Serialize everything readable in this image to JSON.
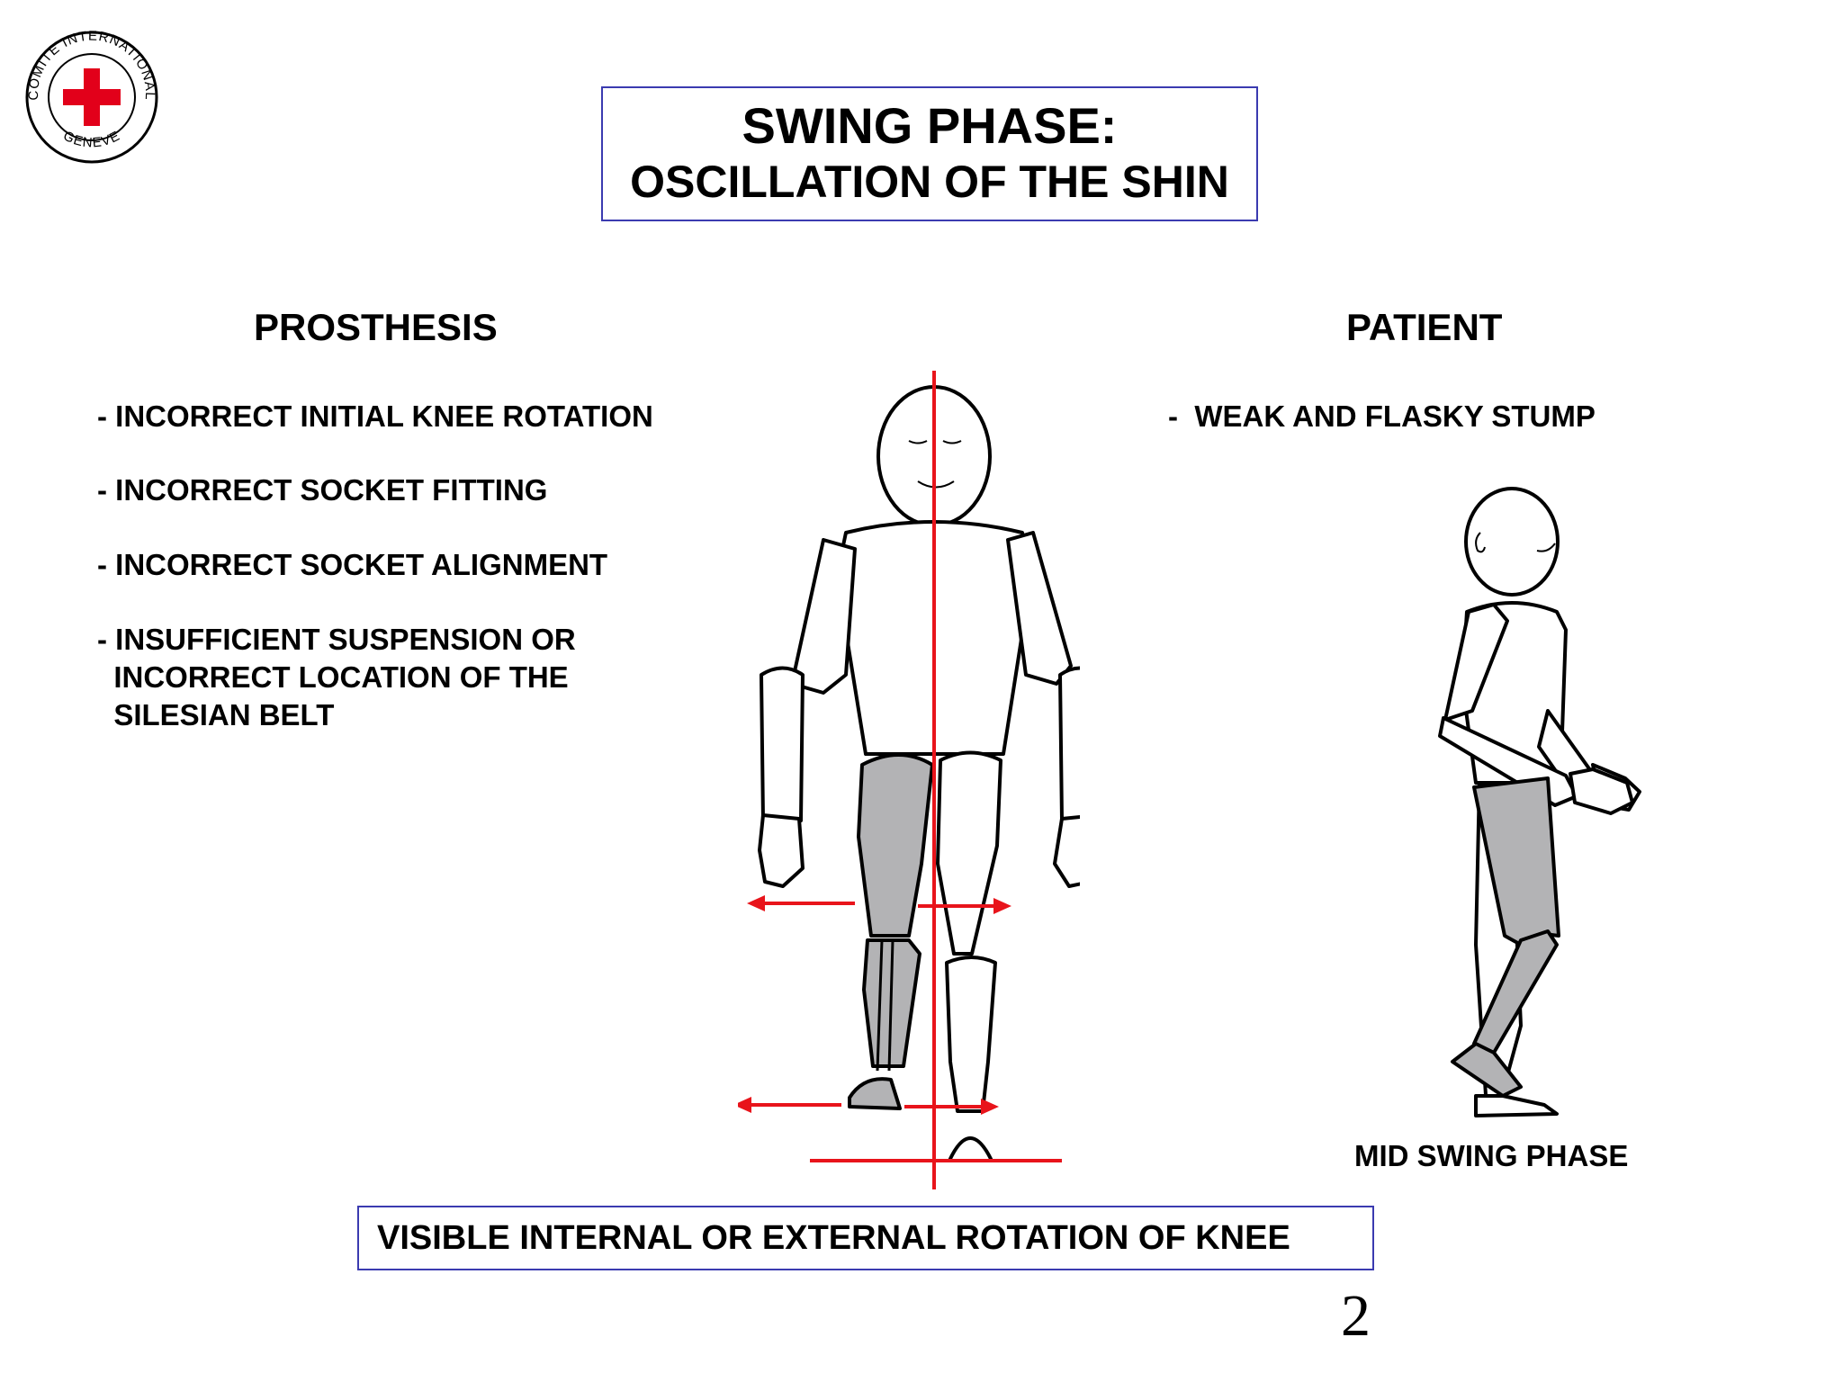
{
  "logo": {
    "text_top": "COMITE INTERNATIONAL",
    "text_bottom": "GENEVE",
    "icon": "red-cross-icon",
    "color": "#e2001a"
  },
  "title": {
    "line1": "SWING PHASE:",
    "line2": "OSCILLATION OF THE SHIN"
  },
  "prosthesis": {
    "heading": "PROSTHESIS",
    "items": [
      "- INCORRECT INITIAL KNEE ROTATION",
      "- INCORRECT SOCKET FITTING",
      "- INCORRECT SOCKET ALIGNMENT",
      "- INSUFFICIENT SUSPENSION OR\n  INCORRECT LOCATION OF THE\n  SILESIAN BELT"
    ]
  },
  "patient": {
    "heading": "PATIENT",
    "items": [
      "-  WEAK AND FLASKY STUMP"
    ]
  },
  "side_figure_caption": "MID SWING PHASE",
  "bottom_note": "VISIBLE INTERNAL OR EXTERNAL ROTATION OF KNEE",
  "page_number": "2",
  "colors": {
    "border": "#3b3bb0",
    "accent_red": "#e8141b",
    "prosthesis_gray": "#b3b3b5"
  }
}
